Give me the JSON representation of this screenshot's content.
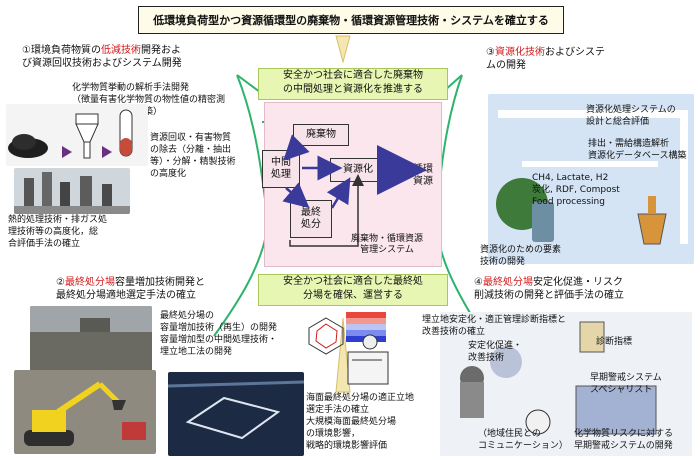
{
  "title": "低環境負荷型かつ資源循環型の廃棄物・循環資源管理技術・システムを確立する",
  "center": {
    "top_goal": "安全かつ社会に適合した廃棄物\nの中間処理と資源化を推進する",
    "bottom_goal": "安全かつ社会に適合した最終処\n分場を確保、運営する",
    "nodes": {
      "haikibutsu": "廃棄物",
      "chukan": "中間\n処理",
      "shigenka": "資源化",
      "junkan": "循環\n資源",
      "saishu": "最終\n処分"
    },
    "system_label": "廃棄物・循環資源\n管理システム"
  },
  "sections": {
    "s1": {
      "prefix": "①環境負荷物質の",
      "highlight": "低減技術",
      "suffix": "開発およ\nび資源回収技術およびシステム開発",
      "note_a": "化学物質挙動の解析手法開発\n（徴量有害化学物質の物性値の精密測\n定と挙動モデル構築）",
      "note_b": "資源回収・有害物質\nの除去（分離・抽出\n等）・分解・精製技術\nの高度化",
      "note_c": "熱的処理技術・排ガス処\n理技術等の高度化，総\n合評価手法の確立"
    },
    "s2": {
      "prefix": "②",
      "highlight": "最終処分場",
      "suffix": "容量増加技術開発と\n最終処分場適地選定手法の確立",
      "note_a": "最終処分場の\n容量増加技術（再生）の開発\n容量増加型の中間処理技術・\n埋立地工法の開発",
      "note_b": "海面最終処分場の適正立地\n選定手法の確立\n大規模海面最終処分場\nの環境影響，\n戦略的環境影響評価"
    },
    "s3": {
      "prefix": "③",
      "highlight": "資源化技術",
      "suffix": "およびシステ\nムの開発",
      "note_a": "資源化処理システムの\n設計と総合評価",
      "note_b": "排出・需給構造解析\n資源化データベース構築",
      "note_c": "CH4, Lactate, H2\n炭化, RDF, Compost\nFood processing",
      "note_d": "資源化のための要素\n技術の開発"
    },
    "s4": {
      "prefix": "④",
      "highlight": "最終処分場",
      "suffix": "安定化促進・リスク\n削減技術の開発と評価手法の確立",
      "note_a": "埋立地安定化・適正管理診断指標と\n改善技術の確立",
      "note_b": "安定化促進・\n改善技術",
      "note_c": "診断指標",
      "note_d": "早期警戒システム\nスペシャリスト",
      "note_e": "（地域住民との\nコミュニケーション）",
      "note_f": "化学物質リスクに対する\n早期警戒システムの開発"
    }
  },
  "colors": {
    "accent_red": "#d21a1a",
    "green_line": "#2db36b",
    "green_label_bg": "#e8f6b4",
    "center_bg": "#fbe6ee",
    "arrow_blue": "#3a3a9a"
  }
}
